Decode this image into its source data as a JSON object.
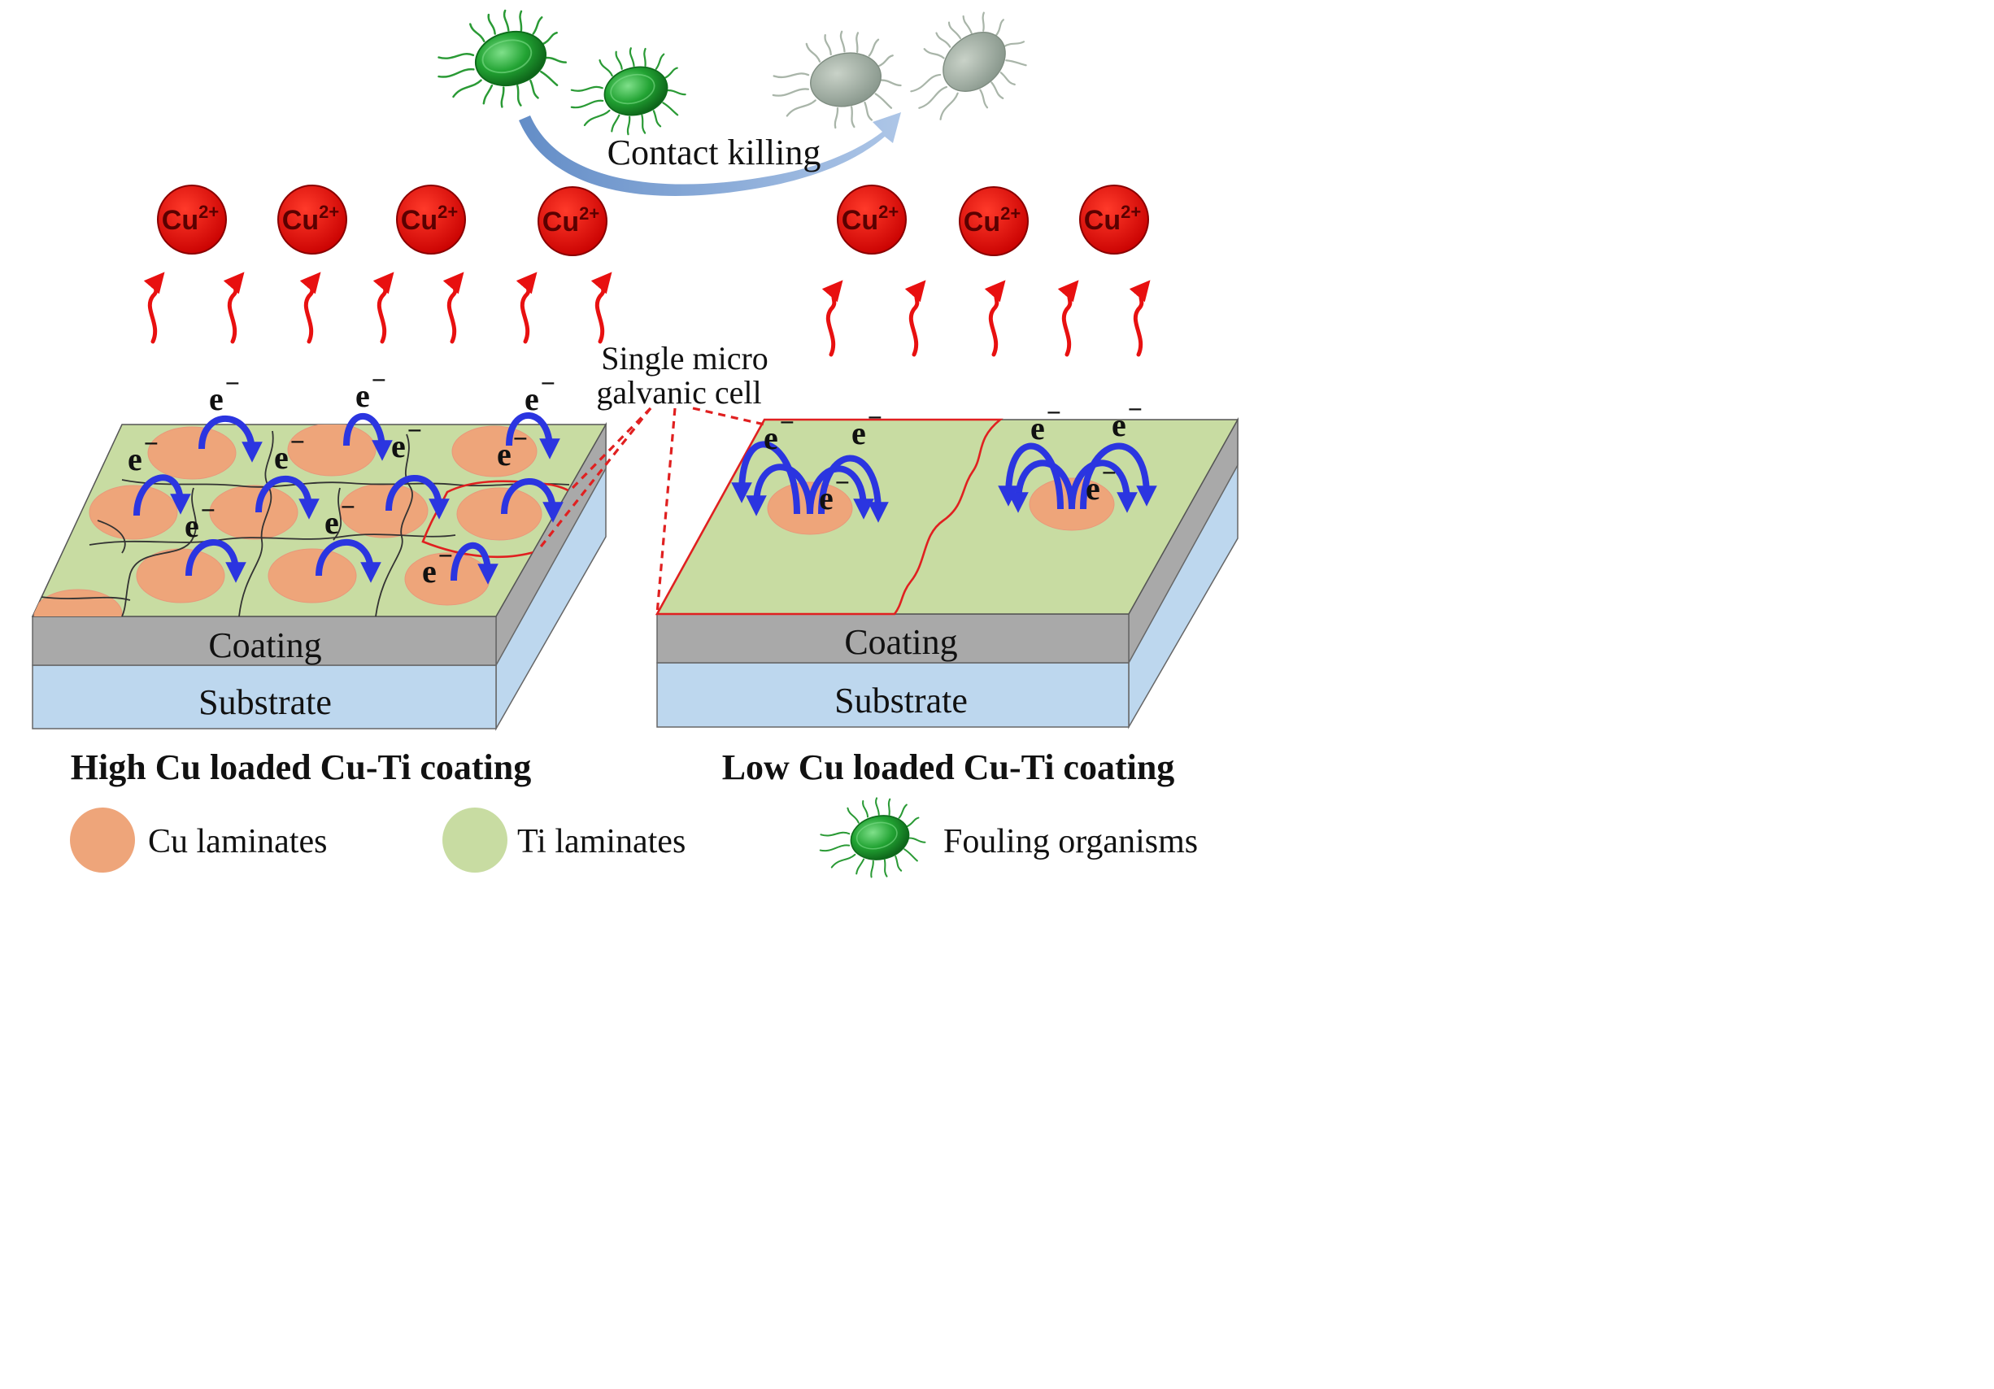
{
  "top": {
    "arrow_label": "Contact killing"
  },
  "ion_label": {
    "base": "Cu",
    "charge": "2+"
  },
  "electron": {
    "base": "e",
    "charge": "−"
  },
  "callout": {
    "line1": "Single micro",
    "line2": "galvanic cell"
  },
  "left_block": {
    "coating_label": "Coating",
    "substrate_label": "Substrate",
    "caption": "High Cu loaded Cu-Ti coating"
  },
  "right_block": {
    "coating_label": "Coating",
    "substrate_label": "Substrate",
    "caption": "Low Cu loaded Cu-Ti coating"
  },
  "legend": {
    "cu": "Cu laminates",
    "ti": "Ti laminates",
    "org": "Fouling organisms"
  },
  "colors": {
    "cu_ion": "#e8080a",
    "cu_laminate": "#eea57a",
    "ti_laminate": "#c8dca2",
    "coating": "#a9a9a9",
    "substrate": "#bdd7ee",
    "electron_arrow": "#2b35e0",
    "red_line": "#e02020",
    "bacteria_live": "#1f9a2e",
    "bacteria_dead": "#9aa79a"
  }
}
